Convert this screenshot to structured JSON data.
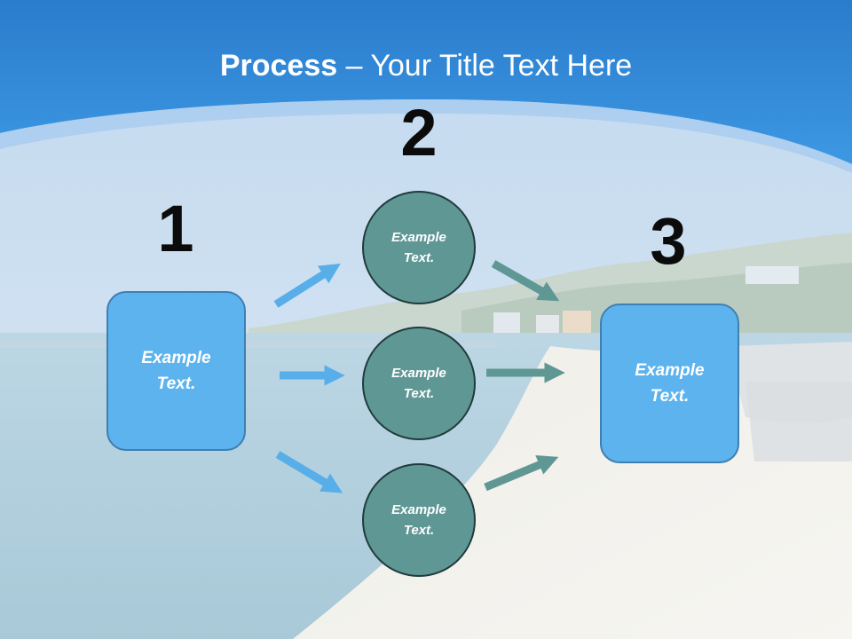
{
  "title": {
    "bold": "Process",
    "rest": " – Your Title Text Here"
  },
  "steps": [
    {
      "number": "1",
      "boxes": [
        "Example\nText."
      ]
    },
    {
      "number": "2",
      "circles": [
        "Example\nText.",
        "Example\nText.",
        "Example\nText."
      ]
    },
    {
      "number": "3",
      "boxes": [
        "Example\nText."
      ]
    }
  ],
  "colors": {
    "header_blue": "#2f8ad6",
    "box_fill": "#5db3ee",
    "circle_fill": "#5f9795",
    "left_arrow": "#58aee8",
    "right_arrow": "#5f9795"
  }
}
